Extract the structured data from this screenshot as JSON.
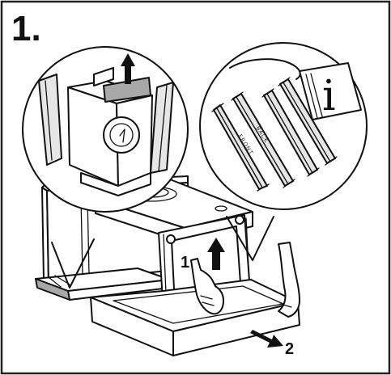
{
  "figure": {
    "step_number": "1.",
    "callout_up_label": "1",
    "callout_pull_label": "2",
    "info_symbol": "i",
    "rail_labels": [
      "BACK",
      "FRONT"
    ],
    "colors": {
      "ink": "#111111",
      "panel_gray": "#a8a8a8",
      "light_gray": "#e6e6e6",
      "border": "#222222"
    },
    "icons": [
      "arrow-up-icon",
      "arrow-pull-icon",
      "info-icon",
      "magnifier-callout-icon"
    ]
  }
}
